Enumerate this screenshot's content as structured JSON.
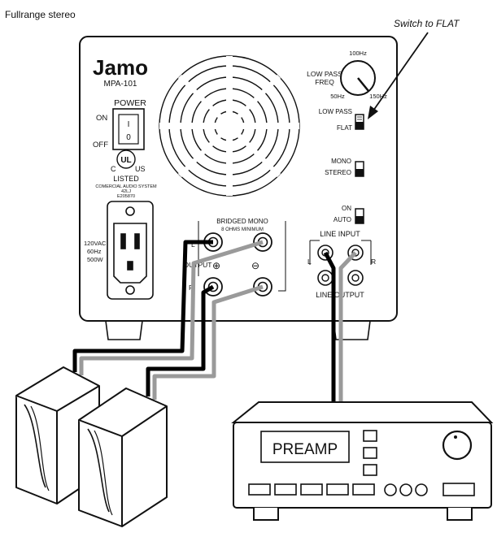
{
  "title": "Fullrange stereo",
  "annotation": "Switch to FLAT",
  "amp": {
    "brand": "Jamo",
    "model": "MPA-101",
    "power": {
      "label": "POWER",
      "on": "ON",
      "off": "OFF",
      "switch_top": "I",
      "switch_bottom": "0"
    },
    "ul": {
      "c": "C",
      "mark": "UL",
      "us": "US",
      "listed": "LISTED",
      "l1": "COMERCIAL AUDIO SYSTEM",
      "l2": "42LJ",
      "l3": "E205870"
    },
    "mains": {
      "l1": "120VAC",
      "l2": "60Hz",
      "l3": "500W"
    },
    "lowpass": {
      "label1": "LOW PASS",
      "label2": "FREQ",
      "min": "50Hz",
      "mid": "100Hz",
      "max": "150Hz"
    },
    "lp_switch": {
      "top": "LOW PASS",
      "bottom": "FLAT"
    },
    "mono_switch": {
      "top": "MONO",
      "bottom": "STEREO"
    },
    "auto_switch": {
      "top": "ON",
      "bottom": "AUTO"
    },
    "output": {
      "bridged": "BRIDGED MONO",
      "ohms": "8 OHMS MINIMUM",
      "label": "OUTPUT",
      "left": "L",
      "right": "R",
      "plus": "⊕",
      "minus": "⊖"
    },
    "line_input": {
      "label": "LINE INPUT",
      "left": "L",
      "right": "R"
    },
    "line_output": {
      "label": "LINE OUTPUT"
    }
  },
  "preamp": {
    "label": "PREAMP"
  },
  "colors": {
    "black_wire": "#000000",
    "grey_wire": "#9a9a9a",
    "outline": "#111111"
  }
}
